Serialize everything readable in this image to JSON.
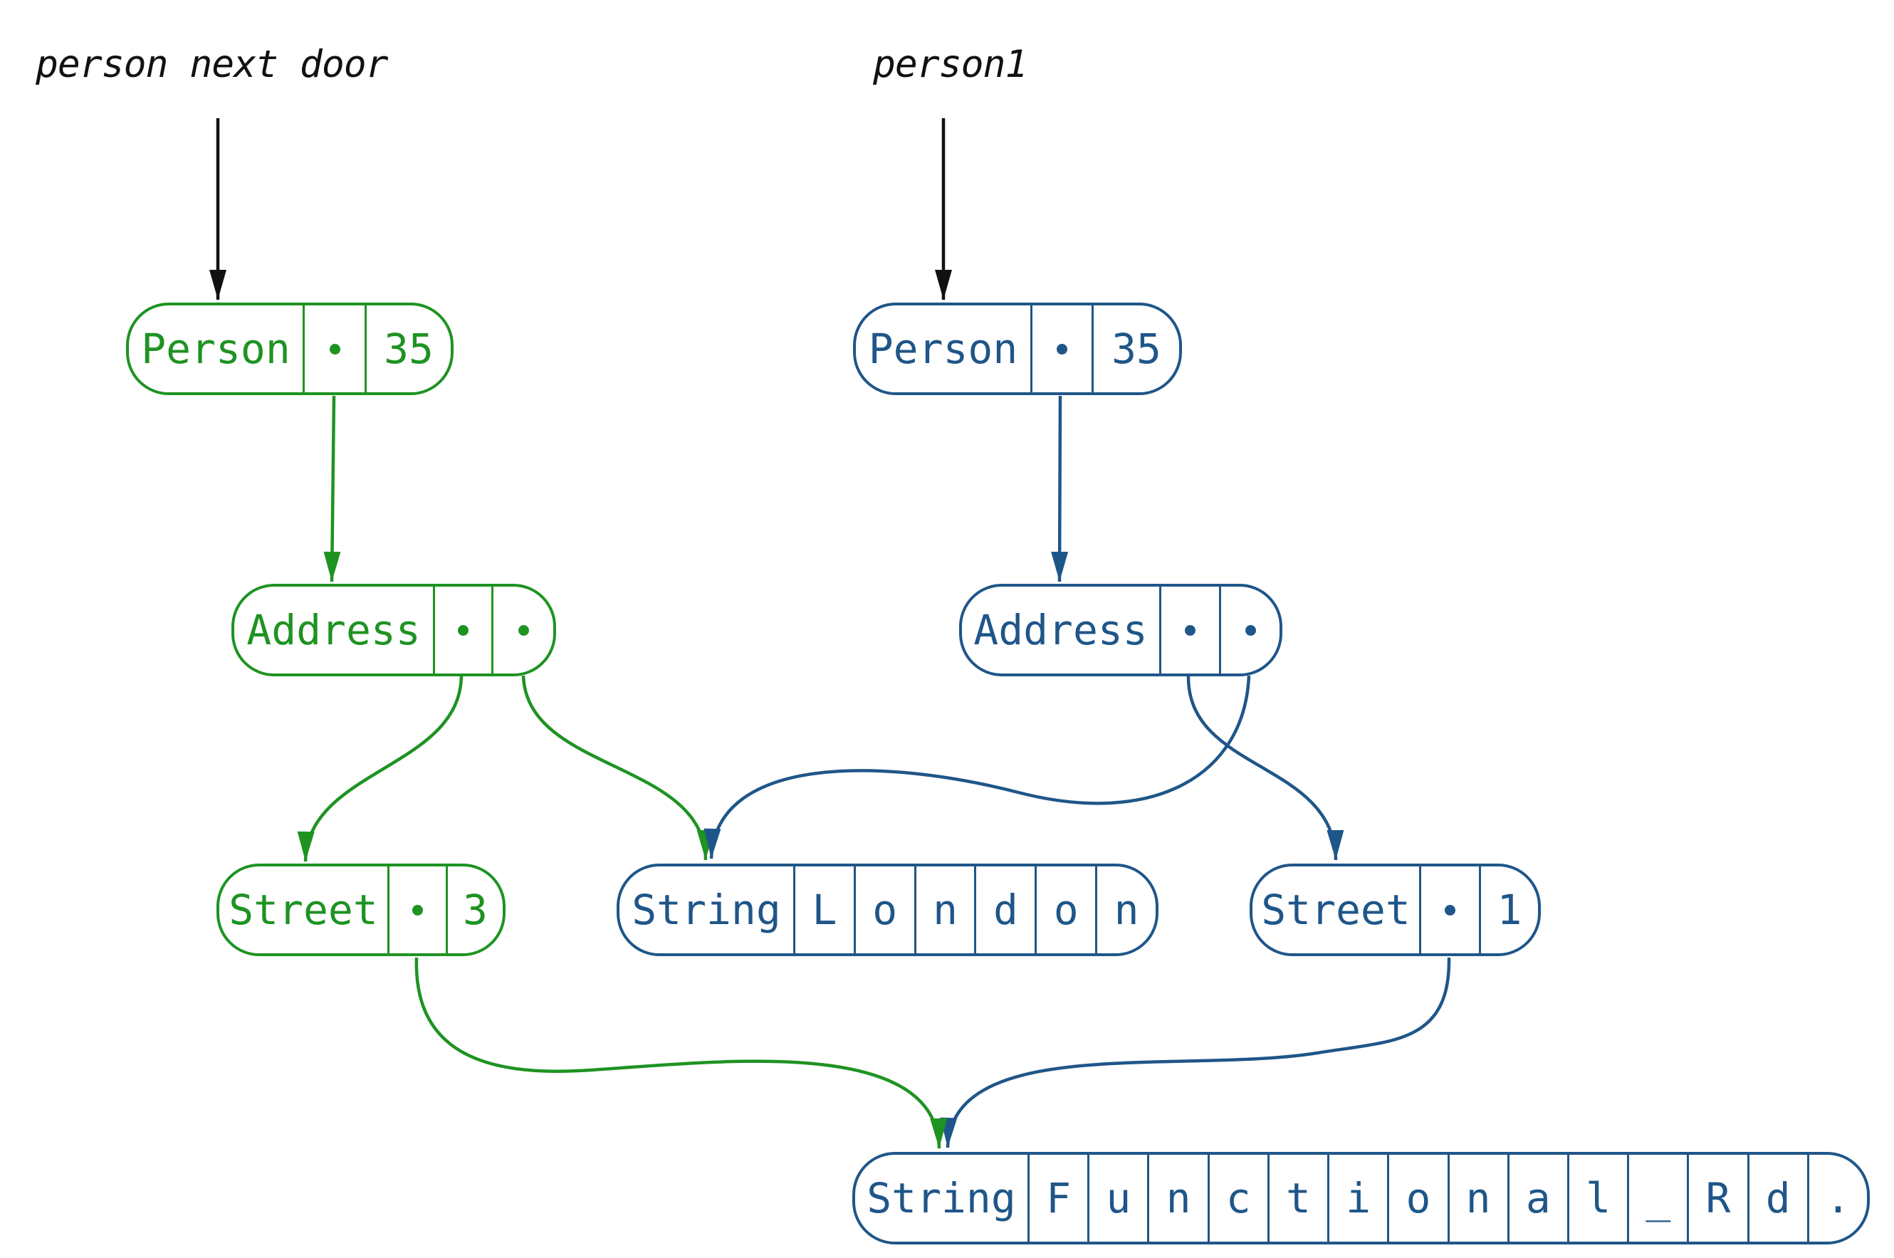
{
  "colors": {
    "green": "#1e9322",
    "blue": "#1f5689",
    "black": "#111111",
    "background": "#ffffff"
  },
  "labels": {
    "left_pointer": "person next door",
    "right_pointer": "person1"
  },
  "nodes": {
    "green_person": {
      "type": "Person",
      "value": "35"
    },
    "blue_person": {
      "type": "Person",
      "value": "35"
    },
    "green_address": {
      "type": "Address"
    },
    "blue_address": {
      "type": "Address"
    },
    "green_street": {
      "type": "Street",
      "value": "3"
    },
    "blue_street": {
      "type": "Street",
      "value": "1"
    },
    "london_string": {
      "type": "String",
      "chars": [
        "L",
        "o",
        "n",
        "d",
        "o",
        "n"
      ]
    },
    "functional_rd_string": {
      "type": "String",
      "chars": [
        "F",
        "u",
        "n",
        "c",
        "t",
        "i",
        "o",
        "n",
        "a",
        "l",
        "_",
        "R",
        "d",
        "."
      ]
    }
  },
  "edges": [
    {
      "from": "person-next-door-label",
      "to": "green-person-node",
      "color": "black"
    },
    {
      "from": "person1-label",
      "to": "blue-person-node",
      "color": "black"
    },
    {
      "from": "green-person-node.slot1",
      "to": "green-address-node",
      "color": "green"
    },
    {
      "from": "blue-person-node.slot1",
      "to": "blue-address-node",
      "color": "blue"
    },
    {
      "from": "green-address-node.slot1",
      "to": "green-street-node",
      "color": "green"
    },
    {
      "from": "green-address-node.slot2",
      "to": "london-string-node",
      "color": "green"
    },
    {
      "from": "blue-address-node.slot1",
      "to": "blue-street-node",
      "color": "blue"
    },
    {
      "from": "blue-address-node.slot2",
      "to": "london-string-node",
      "color": "blue"
    },
    {
      "from": "green-street-node.slot1",
      "to": "functional-rd-string-node",
      "color": "green"
    },
    {
      "from": "blue-street-node.slot1",
      "to": "functional-rd-string-node",
      "color": "blue"
    }
  ]
}
